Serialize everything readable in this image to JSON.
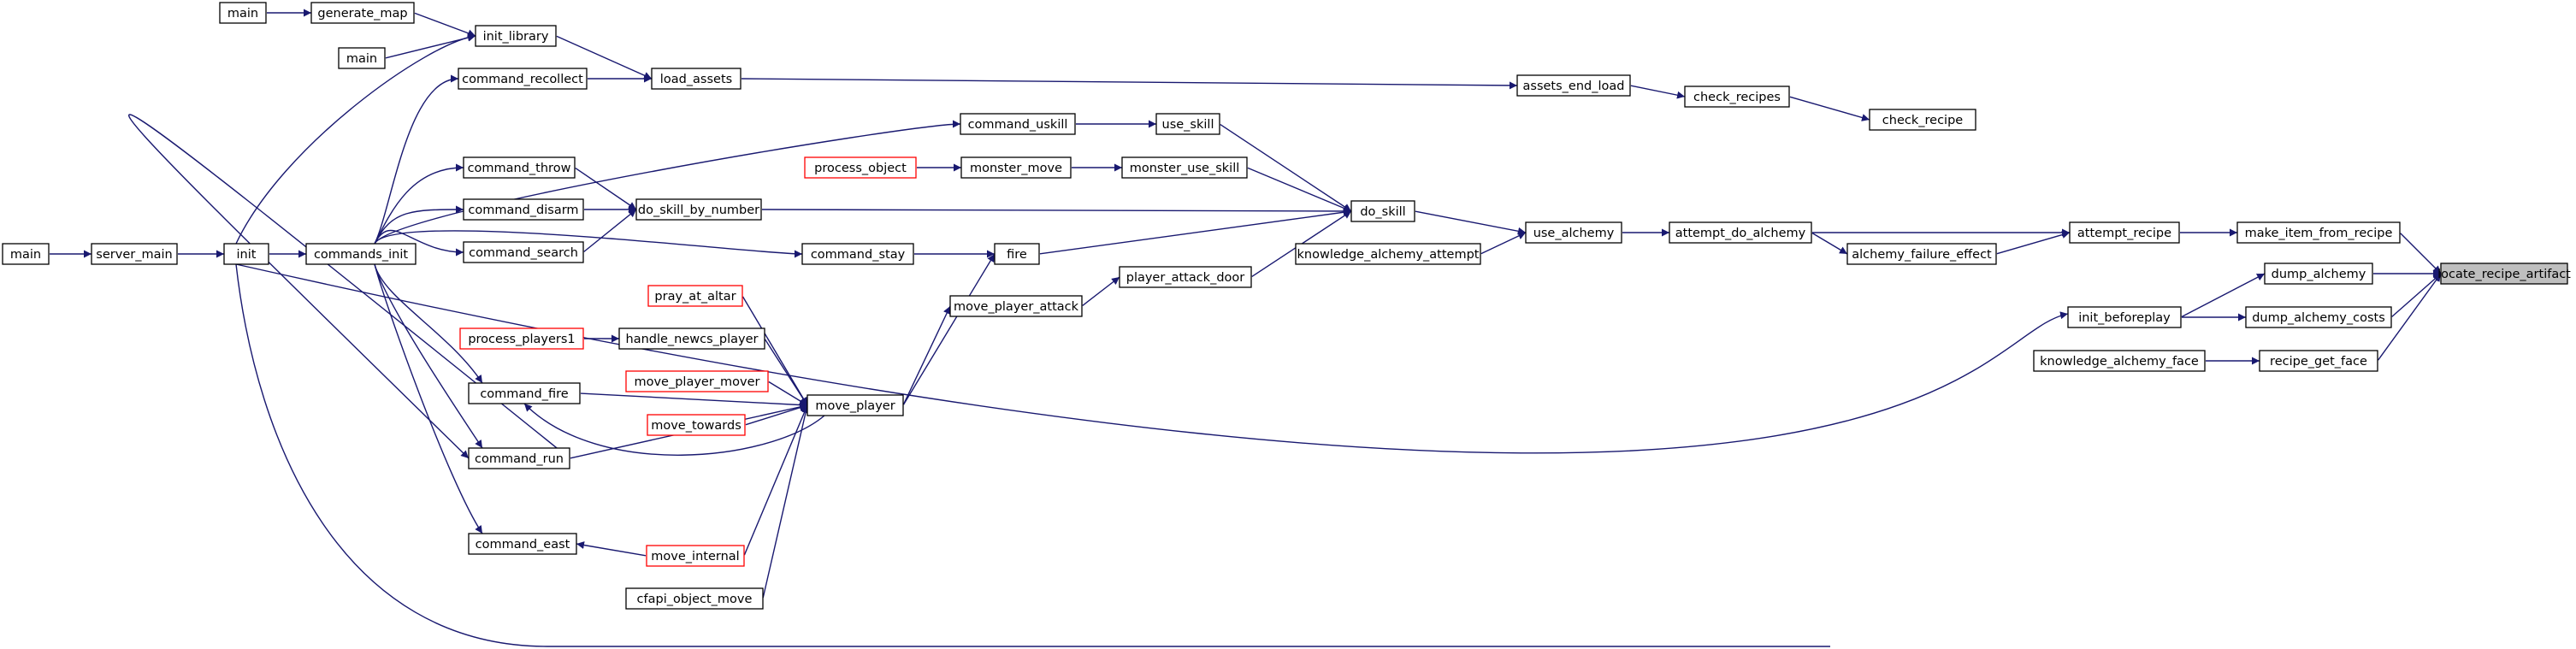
{
  "colors": {
    "edge": "#191970",
    "node_border": "#000000",
    "node_border_truncated": "#ff0000",
    "target_fill": "#bfbfbf",
    "node_fill": "#ffffff"
  },
  "nodes": {
    "locate_recipe_artifact": "locate_recipe_artifact",
    "make_item_from_recipe": "make_item_from_recipe",
    "dump_alchemy": "dump_alchemy",
    "dump_alchemy_costs": "dump_alchemy_costs",
    "recipe_get_face": "recipe_get_face",
    "check_recipe": "check_recipe",
    "attempt_recipe": "attempt_recipe",
    "init_beforeplay": "init_beforeplay",
    "knowledge_alchemy_face": "knowledge_alchemy_face",
    "check_recipes": "check_recipes",
    "attempt_do_alchemy": "attempt_do_alchemy",
    "alchemy_failure_effect": "alchemy_failure_effect",
    "assets_end_load": "assets_end_load",
    "use_alchemy": "use_alchemy",
    "load_assets": "load_assets",
    "do_skill": "do_skill",
    "knowledge_alchemy_attempt": "knowledge_alchemy_attempt",
    "init_library": "init_library",
    "command_recollect": "command_recollect",
    "use_skill": "use_skill",
    "monster_use_skill": "monster_use_skill",
    "do_skill_by_number": "do_skill_by_number",
    "fire": "fire",
    "player_attack_door": "player_attack_door",
    "generate_map": "generate_map",
    "main_1": "main",
    "main_2": "main",
    "main_3": "main",
    "command_uskill": "command_uskill",
    "monster_move": "monster_move",
    "process_object": "process_object",
    "command_throw": "command_throw",
    "command_disarm": "command_disarm",
    "command_search": "command_search",
    "command_stay": "command_stay",
    "move_player_attack": "move_player_attack",
    "move_player": "move_player",
    "pray_at_altar": "pray_at_altar",
    "handle_newcs_player": "handle_newcs_player",
    "process_players1": "process_players1",
    "move_player_mover": "move_player_mover",
    "move_towards": "move_towards",
    "command_fire": "command_fire",
    "command_run": "command_run",
    "command_east": "command_east",
    "move_internal": "move_internal",
    "cfapi_object_move": "cfapi_object_move",
    "commands_init": "commands_init",
    "init": "init",
    "server_main": "server_main"
  }
}
